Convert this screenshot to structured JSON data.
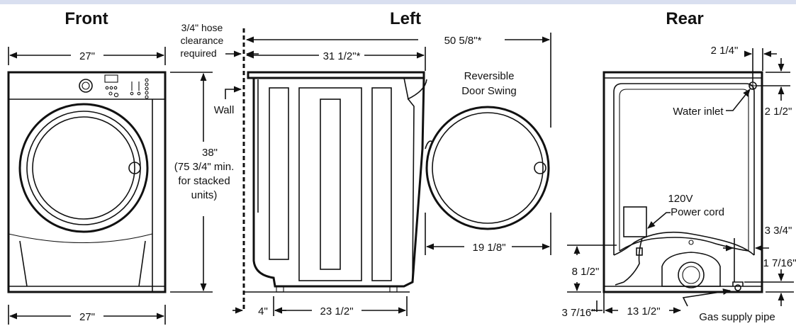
{
  "views": {
    "front": "Front",
    "left": "Left",
    "rear": "Rear"
  },
  "front": {
    "top_width": "27\"",
    "bottom_width": "27\""
  },
  "left": {
    "hose_line1": "3/4\" hose",
    "hose_line2": "clearance",
    "hose_line3": "required",
    "wall": "Wall",
    "height_line1": "38\"",
    "height_line2": "(75 3/4\" min.",
    "height_line3": "for stacked",
    "height_line4": "units)",
    "overall_depth": "50 5/8\"*",
    "body_depth": "31 1/2\"*",
    "door_line1": "Reversible",
    "door_line2": "Door Swing",
    "door_depth": "19 1/8\"",
    "foot_offset": "4\"",
    "foot_span": "23 1/2\""
  },
  "rear": {
    "inlet_side": "2 1/4\"",
    "inlet_top": "2 1/2\"",
    "water_inlet": "Water inlet",
    "cord_line1": "120V",
    "cord_line2": "Power cord",
    "cord_side": "3 3/4\"",
    "gas_height": "8 1/2\"",
    "gas_bottom": "1 7/16\"",
    "left_bottom": "3 7/16\"",
    "gas_span": "13 1/2\"",
    "gas_pipe": "Gas supply pipe"
  }
}
